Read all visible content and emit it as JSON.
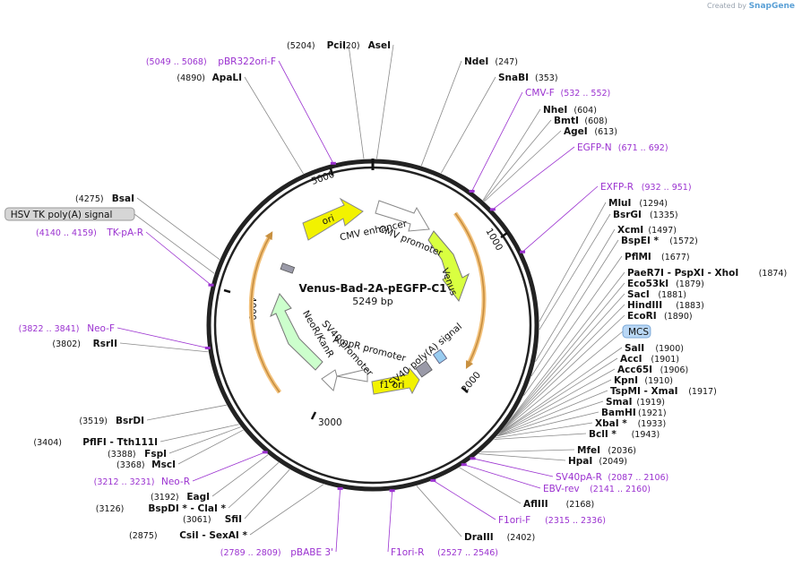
{
  "brand": {
    "created_by": "Created by",
    "name": "SnapGene"
  },
  "plasmid": {
    "name": "Venus-Bad-2A-pEGFP-C1",
    "size_label": "5249 bp",
    "length": 5249
  },
  "ticks": [
    "1000",
    "2000",
    "3000",
    "4000",
    "5000"
  ],
  "features": [
    {
      "label": "CMV enhancer"
    },
    {
      "label": "CMV promoter"
    },
    {
      "label": "Venus"
    },
    {
      "label": "SV40 poly(A) signal"
    },
    {
      "label": "f1 ori"
    },
    {
      "label": "AmpR promoter"
    },
    {
      "label": "SV40 promoter"
    },
    {
      "label": "NeoR/KanR"
    },
    {
      "label": "ori"
    }
  ],
  "right_labels": [
    {
      "name": "NdeI",
      "pos": "(247)"
    },
    {
      "name": "SnaBI",
      "pos": "(353)"
    },
    {
      "name": "CMV-F",
      "pos": "(532 .. 552)",
      "primer": true
    },
    {
      "name": "NheI",
      "pos": "(604)"
    },
    {
      "name": "BmtI",
      "pos": "(608)"
    },
    {
      "name": "AgeI",
      "pos": "(613)"
    },
    {
      "name": "EGFP-N",
      "pos": "(671 .. 692)",
      "primer": true
    },
    {
      "name": "EXFP-R",
      "pos": "(932 .. 951)",
      "primer": true
    },
    {
      "name": "MluI",
      "pos": "(1294)"
    },
    {
      "name": "BsrGI",
      "pos": "(1335)"
    },
    {
      "name": "XcmI",
      "pos": "(1497)"
    },
    {
      "name": "BspEI *",
      "pos": "(1572)"
    },
    {
      "name": "PflMI",
      "pos": "(1677)"
    },
    {
      "name": "PaeR7I - PspXI - XhoI",
      "pos": "(1874)"
    },
    {
      "name": "Eco53kI",
      "pos": "(1879)"
    },
    {
      "name": "SacI",
      "pos": "(1881)"
    },
    {
      "name": "HindIII",
      "pos": "(1883)"
    },
    {
      "name": "EcoRI",
      "pos": "(1890)"
    },
    {
      "name": "MCS",
      "pos": "",
      "badge": true
    },
    {
      "name": "SalI",
      "pos": "(1900)"
    },
    {
      "name": "AccI",
      "pos": "(1901)"
    },
    {
      "name": "Acc65I",
      "pos": "(1906)"
    },
    {
      "name": "KpnI",
      "pos": "(1910)"
    },
    {
      "name": "TspMI - XmaI",
      "pos": "(1917)"
    },
    {
      "name": "SmaI",
      "pos": "(1919)"
    },
    {
      "name": "BamHI",
      "pos": "(1921)"
    },
    {
      "name": "XbaI *",
      "pos": "(1933)"
    },
    {
      "name": "BclI *",
      "pos": "(1943)"
    },
    {
      "name": "MfeI",
      "pos": "(2036)"
    },
    {
      "name": "HpaI",
      "pos": "(2049)"
    },
    {
      "name": "SV40pA-R",
      "pos": "(2087 .. 2106)",
      "primer": true
    },
    {
      "name": "EBV-rev",
      "pos": "(2141 .. 2160)",
      "primer": true
    },
    {
      "name": "AflIII",
      "pos": "(2168)"
    },
    {
      "name": "F1ori-F",
      "pos": "(2315 .. 2336)",
      "primer": true
    },
    {
      "name": "DraIII",
      "pos": "(2402)"
    },
    {
      "name": "F1ori-R",
      "pos": "(2527 .. 2546)",
      "primer": true
    }
  ],
  "left_labels": [
    {
      "name": "PciI",
      "pos": "(5204)"
    },
    {
      "name": "AseI",
      "pos": "(20)"
    },
    {
      "name": "pBR322ori-F",
      "pos": "(5049 .. 5068)",
      "primer": true
    },
    {
      "name": "ApaLI",
      "pos": "(4890)"
    },
    {
      "name": "BsaI",
      "pos": "(4275)"
    },
    {
      "name": "HSV TK poly(A) signal",
      "pos": "",
      "badge": true
    },
    {
      "name": "TK-pA-R",
      "pos": "(4140 .. 4159)",
      "primer": true
    },
    {
      "name": "Neo-F",
      "pos": "(3822 .. 3841)",
      "primer": true
    },
    {
      "name": "RsrII",
      "pos": "(3802)"
    },
    {
      "name": "BsrDI",
      "pos": "(3519)"
    },
    {
      "name": "PflFI - Tth111I",
      "pos": "(3404)"
    },
    {
      "name": "FspI",
      "pos": "(3388)"
    },
    {
      "name": "MscI",
      "pos": "(3368)"
    },
    {
      "name": "Neo-R",
      "pos": "(3212 .. 3231)",
      "primer": true
    },
    {
      "name": "EagI",
      "pos": "(3192)"
    },
    {
      "name": "BspDI * - ClaI *",
      "pos": "(3126)"
    },
    {
      "name": "SfiI",
      "pos": "(3061)"
    },
    {
      "name": "CsiI - SexAI *",
      "pos": "(2875)"
    },
    {
      "name": "pBABE 3'",
      "pos": "(2789 .. 2809)",
      "primer": true
    }
  ]
}
